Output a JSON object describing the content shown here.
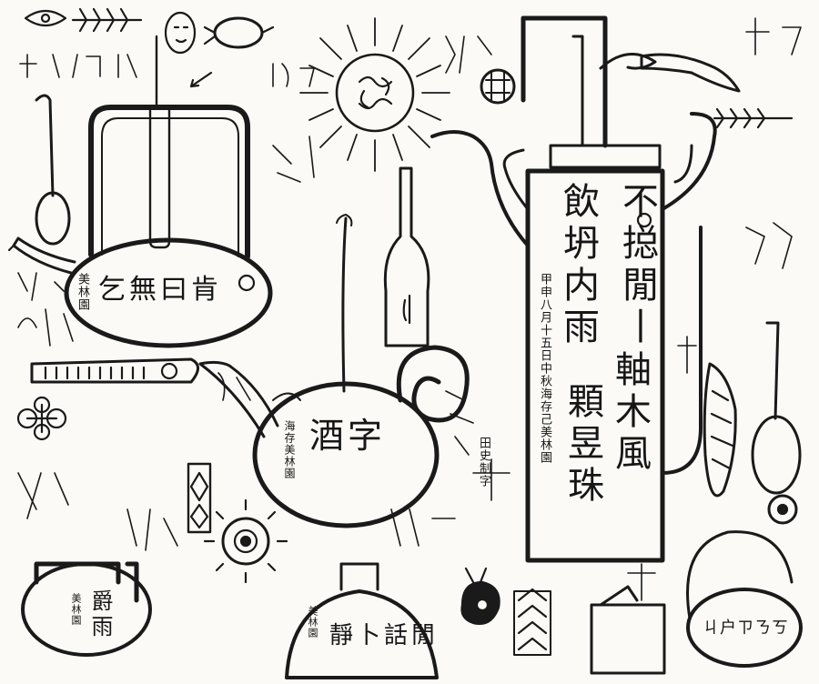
{
  "artwork": {
    "main_inscription": {
      "columns": [
        "不搃閒丨",
        "軸木風",
        "飲坍内雨",
        "顆昱珠"
      ],
      "date_line": "甲申八月十五日中秋海存己美林園"
    },
    "left_teapot": {
      "text": "乞無曰肯",
      "seal": "美林園"
    },
    "center_teapot": {
      "text": "酒字",
      "seal": "海存美林園"
    },
    "bottom_left_pot": {
      "text": "爵雨",
      "seal": "美林園"
    },
    "bottom_center_lid": {
      "text": "靜卜話閒",
      "seal": "美林園"
    },
    "bottom_right_pot": {
      "text": "ㄐ户ㄗㄋㄎ"
    },
    "stamp_mid": "田史制字"
  }
}
